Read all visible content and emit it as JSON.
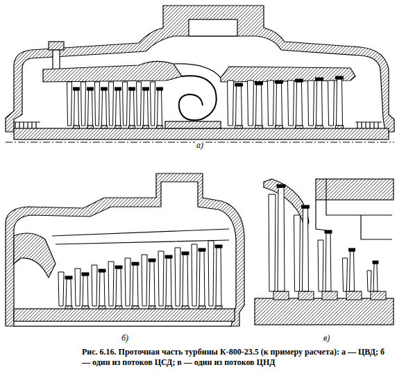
{
  "diagram": {
    "caption": "Рис. 6.16. Проточная часть турбины К-800-23.5 (к примеру расчета): а — ЦВД; б — один из потоков ЦСД; в — один из потоков ЦНД",
    "labels": [
      "а)",
      "б)",
      "в)"
    ]
  }
}
